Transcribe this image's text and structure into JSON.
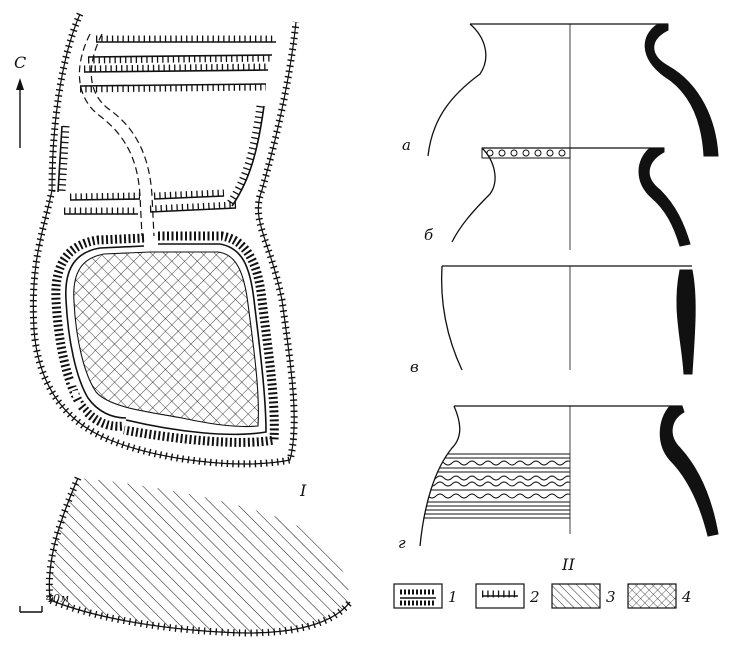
{
  "figure": {
    "plan_label": "I",
    "vessels_label": "II",
    "north_label": "С",
    "scale_label": "40м"
  },
  "vessels": [
    {
      "letter": "а"
    },
    {
      "letter": "б"
    },
    {
      "letter": "в"
    },
    {
      "letter": "г"
    }
  ],
  "legend": [
    {
      "number": "1",
      "pattern": "rampart-with-ditch"
    },
    {
      "number": "2",
      "pattern": "ditch-hachured"
    },
    {
      "number": "3",
      "pattern": "diagonal-hatch"
    },
    {
      "number": "4",
      "pattern": "cross-hatch"
    }
  ],
  "colors": {
    "ink": "#111111",
    "paper": "#ffffff"
  }
}
